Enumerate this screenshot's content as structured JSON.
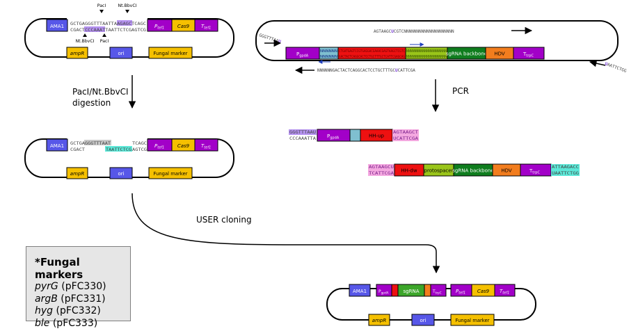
{
  "colors": {
    "ama1": "#5757e8",
    "promoter": "#a200c8",
    "cas9": "#f5c000",
    "amp": "#f5c000",
    "ori": "#5757e8",
    "marker": "#f5c000",
    "hh": "#ee1111",
    "spacer": "#9ac51a",
    "backbone": "#0f7d1e",
    "hdv": "#f27d1e",
    "trpc": "#a200c8",
    "light_blue": "#7fbfd0",
    "cyan_hl": "#5ce8d8",
    "violet_hl": "#b592f0",
    "pink_hl": "#f4a8e0"
  },
  "top_left_plasmid": {
    "ama1": "AMA1",
    "seq_top": "GCTGAGGGTTTAATTAAGAGCTCAGC",
    "seq_bottom": "CGACTCCCAAATTAATTCTCGAGTCG",
    "pacI_top": "PacI",
    "nbbvci_top": "Nt.BbvCI",
    "nbbvci_bottom": "Nt.BbvCI",
    "pacI_bottom": "PacI",
    "ptef1_p": "P",
    "ptef1_sub": "tef1",
    "cas9": "Cas9",
    "ttef1_t": "T",
    "ttef1_sub": "tef1",
    "ampR": "ampR",
    "ori": "ori",
    "marker": "Fungal marker"
  },
  "step_digest": {
    "line1": "PacI/Nt.BbvCI",
    "line2": "digestion"
  },
  "mid_left_plasmid": {
    "ama1": "AMA1",
    "seq_top_a": "GCTGA",
    "seq_top_b": "GGGTTTAAT",
    "seq_top_c": "TCAGC",
    "seq_bottom_a": "CGACT",
    "seq_bottom_b": "TAATTCTCG",
    "seq_bottom_c": "AGTCG",
    "ptef1_p": "P",
    "ptef1_sub": "tef1",
    "cas9": "Cas9",
    "ttef1_t": "T",
    "ttef1_sub": "tef1",
    "ampR": "ampR",
    "ori": "ori",
    "marker": "Fungal marker"
  },
  "template": {
    "primer_left_overhang": "GGGTTTAA",
    "primer_left_u": "U",
    "primer_fwd_top": "AGTAAGC",
    "primer_fwd_u": "U",
    "primer_fwd_rest": "CGTCNNNNNNNNNNNNNNNNNNNN",
    "primer_rev_bottom": "NNNNNNGACTACTCAGGCACTCCTGCTTTGC",
    "primer_rev_u": "U",
    "primer_rev_rest": "CATTCGA",
    "primer_right_overhang": "AATTCTGG",
    "primer_right_u": "U",
    "pgpda_p": "P",
    "pgpda_sub": "gpdA",
    "nnn_top": "NNNNNN",
    "nnn_bottom": "NNNNNN",
    "hh_top": "CTGATGAGTCCGTGAGGACGAAACGAGTAAGCTCGTC",
    "hh_bottom": "GACTACTCAGGCACTCCTGCTTTGCTCATTCGAGCAG",
    "spacer_top": "NNNNNNNNNNNNNNNNNNNN",
    "spacer_bottom": "NNNNNNNNNNNNNNNNNNNN",
    "backbone": "sgRNA backbone",
    "hdv": "HDV",
    "trpc_t": "T",
    "trpc_sub": "trpC"
  },
  "step_pcr": "PCR",
  "pcr_product1": {
    "left_top": "GGGTTTAAU",
    "left_bottom": "CCCAAATTA",
    "pgpda_p": "P",
    "pgpda_sub": "gpdA",
    "hh": "HH-up",
    "right_top": "AGTAAGCT",
    "right_bottom": "UCATTCGA"
  },
  "pcr_product2": {
    "left_top": "AGTAAGCU",
    "left_bottom": "TCATTCGA",
    "hh": "HH-dw",
    "spacer": "protospacer",
    "backbone": "sgRNA backbone",
    "hdv": "HDV",
    "trpc_t": "T",
    "trpc_sub": "trpC",
    "right_top": "ATTAAGACC",
    "right_bottom": "UAATTCTGG"
  },
  "step_user": "USER cloning",
  "final_plasmid": {
    "ama1": "AMA1",
    "pgpda_p": "P",
    "pgpda_sub": "gpdA",
    "sgrna": "sgRNA",
    "trpc_t": "T",
    "trpc_sub": "trpC",
    "ptef1_p": "P",
    "ptef1_sub": "tef1",
    "cas9": "Cas9",
    "ttef1_t": "T",
    "ttef1_sub": "tef1",
    "ampR": "ampR",
    "ori": "ori",
    "marker": "Fungal marker"
  },
  "markers": {
    "star": "*",
    "title": "Fungal markers",
    "items": [
      {
        "gene": "pyrG",
        "plasmid": "(pFC330)"
      },
      {
        "gene": "argB",
        "plasmid": "(pFC331)"
      },
      {
        "gene": "hyg",
        "plasmid": "(pFC332)"
      },
      {
        "gene": "ble",
        "plasmid": "(pFC333)"
      }
    ]
  }
}
